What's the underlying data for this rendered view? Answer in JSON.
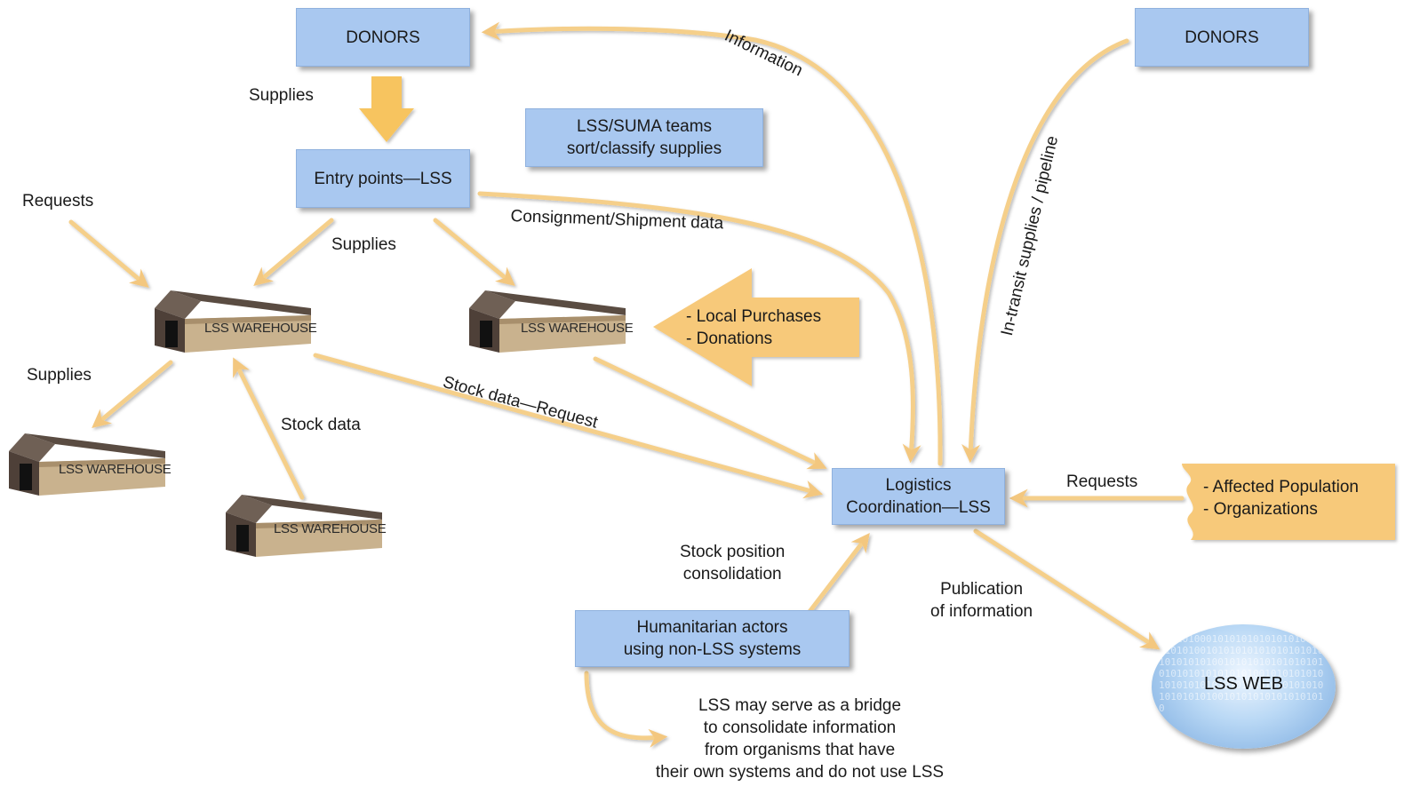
{
  "boxes": {
    "donors_left": "DONORS",
    "donors_right": "DONORS",
    "lss_suma": [
      "LSS/SUMA teams",
      "sort/classify supplies"
    ],
    "entry_points": "Entry points—LSS",
    "logistics": [
      "Logistics",
      "Coordination—LSS"
    ],
    "humanitarian": [
      "Humanitarian actors",
      "using non-LSS systems"
    ]
  },
  "orange": {
    "local": [
      "- Local Purchases",
      "- Donations"
    ],
    "affected": [
      "- Affected Population",
      "- Organizations"
    ]
  },
  "labels": {
    "supplies_top": "Supplies",
    "requests_left": "Requests",
    "supplies_mid": "Supplies",
    "supplies_left": "Supplies",
    "stock_data": "Stock data",
    "information": "Information",
    "consignment": "Consignment/Shipment data",
    "stock_request": "Stock data—Request",
    "in_transit": "In-transit supplies / pipeline",
    "requests_right": "Requests",
    "stock_position": [
      "Stock position",
      "consolidation"
    ],
    "publication": [
      "Publication",
      "of information"
    ],
    "bridge": [
      "LSS may serve as a bridge",
      "to consolidate information",
      "from organisms that have",
      "their own systems and do not use LSS"
    ]
  },
  "warehouse_label": "LSS WAREHOUSE",
  "web": {
    "label": "LSS WEB",
    "bits": "0101010001010101010101010101010101001010101010101010101010101010100101010101010101010101010101010101001010101010101010101010101010101010101010101010100101010101010101010"
  },
  "colors": {
    "box_blue": "#a9c8f0",
    "orange": "#f7c97a",
    "arrow": "#f5cf8a"
  }
}
